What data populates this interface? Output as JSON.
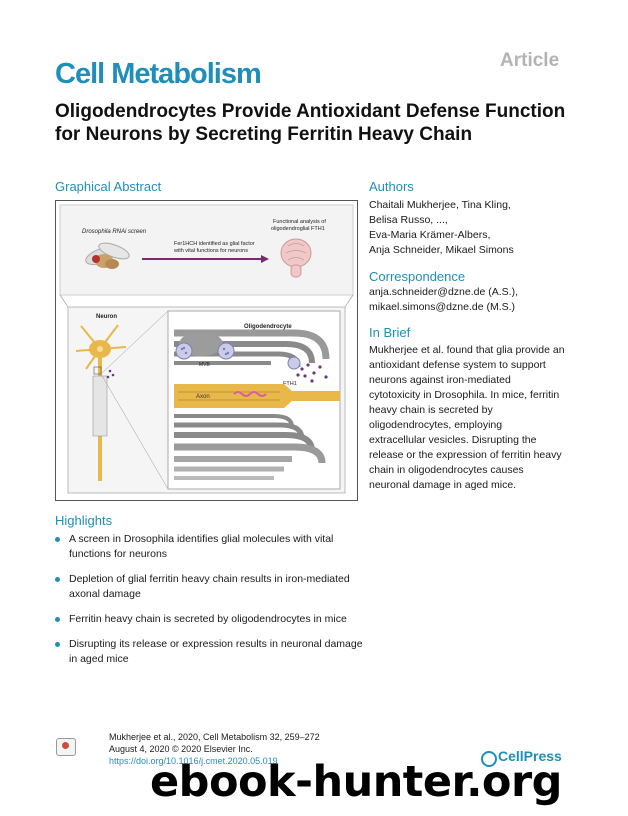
{
  "header": {
    "article_tag": "Article",
    "journal": "Cell Metabolism",
    "title": "Oligodendrocytes Provide Antioxidant Defense Function for Neurons by Secreting Ferritin Heavy Chain"
  },
  "graphical_abstract": {
    "heading": "Graphical Abstract",
    "labels": {
      "drosophila": "Drosophila RNAi screen",
      "fer1hch_line1": "Fer1HCH identified as glial factor",
      "fer1hch_line2": "with vital functions for neurons",
      "functional_line1": "Functional analysis of",
      "functional_line2": "oligodendroglial FTH1",
      "neuron": "Neuron",
      "oligodendrocyte": "Oligodendrocyte",
      "mvb": "MVB",
      "fth1": "FTH1",
      "axon": "Axon"
    }
  },
  "authors": {
    "heading": "Authors",
    "lines": [
      "Chaitali Mukherjee, Tina Kling,",
      "Belisa Russo, ...,",
      "Eva-Maria Krämer-Albers,",
      "Anja Schneider, Mikael Simons"
    ]
  },
  "correspondence": {
    "heading": "Correspondence",
    "lines": [
      "anja.schneider@dzne.de (A.S.),",
      "mikael.simons@dzne.de (M.S.)"
    ]
  },
  "in_brief": {
    "heading": "In Brief",
    "lines": [
      "Mukherjee et al. found that glia provide an",
      "antioxidant defense system to support",
      "neurons against iron-mediated",
      "cytotoxicity in Drosophila. In mice, ferritin",
      "heavy chain is secreted by",
      "oligodendrocytes, employing",
      "extracellular vesicles. Disrupting the",
      "release or the expression of ferritin heavy",
      "chain in oligodendrocytes causes",
      "neuronal damage in aged mice."
    ]
  },
  "highlights": {
    "heading": "Highlights",
    "items": [
      "A screen in Drosophila identifies glial molecules with vital functions for neurons",
      "Depletion of glial ferritin heavy chain results in iron-mediated axonal damage",
      "Ferritin heavy chain is secreted by oligodendrocytes in mice",
      "Disrupting its release or expression results in neuronal damage in aged mice"
    ]
  },
  "citation": {
    "line1": "Mukherjee et al., 2020, Cell Metabolism 32, 259–272",
    "line2": "August 4, 2020 © 2020 Elsevier Inc.",
    "doi": "https://doi.org/10.1016/j.cmet.2020.05.019"
  },
  "footer": {
    "publisher": "CellPress",
    "watermark": "ebook-hunter.org"
  },
  "colors": {
    "accent": "#1f8fb9",
    "axon": "#e8b84b",
    "mvb": "#7b7fb4",
    "fth1_dots": "#6b3a7a"
  }
}
